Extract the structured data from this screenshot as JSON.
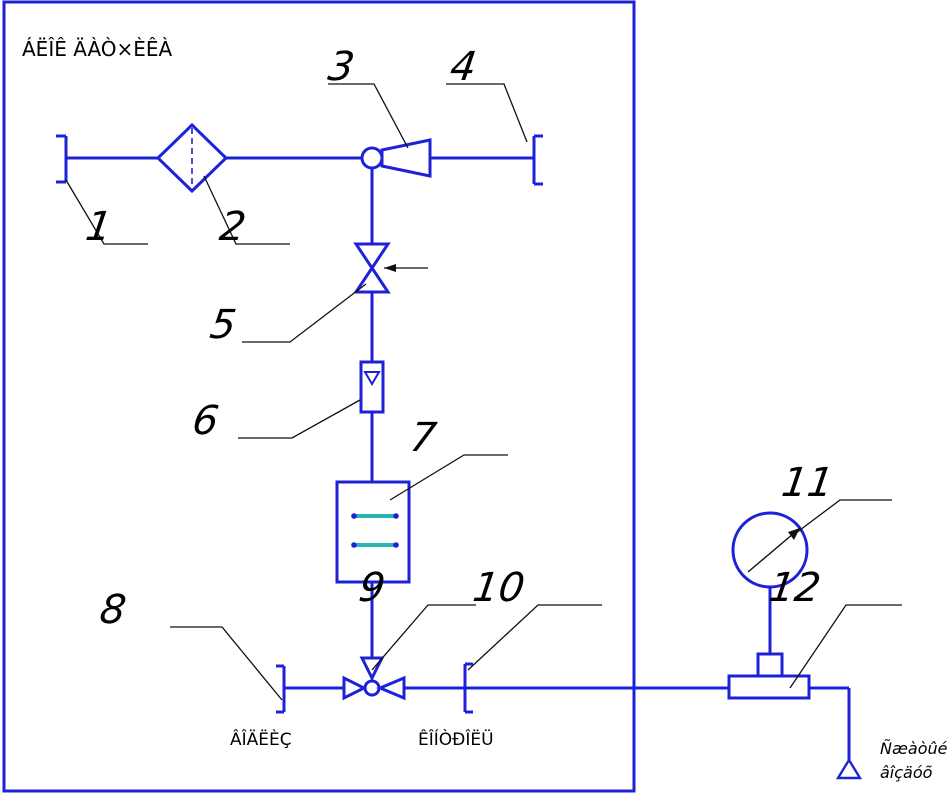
{
  "block_label": "ÁËÎÊ ÄÀÒ×ÈÊÀ",
  "callouts": [
    "1",
    "2",
    "3",
    "4",
    "5",
    "6",
    "7",
    "8",
    "9",
    "10",
    "11",
    "12"
  ],
  "port_labels": {
    "inlet": "ÂÎÄËÈÇ",
    "outlet": "ÊÎÍÒÐÎËÜ"
  },
  "exhaust_label": {
    "line1": "Ñæàòûé",
    "line2": "âîçäóõ"
  },
  "colors": {
    "pipe": "#1e22d6",
    "accent": "#2ab5b5",
    "leader": "#111111"
  }
}
